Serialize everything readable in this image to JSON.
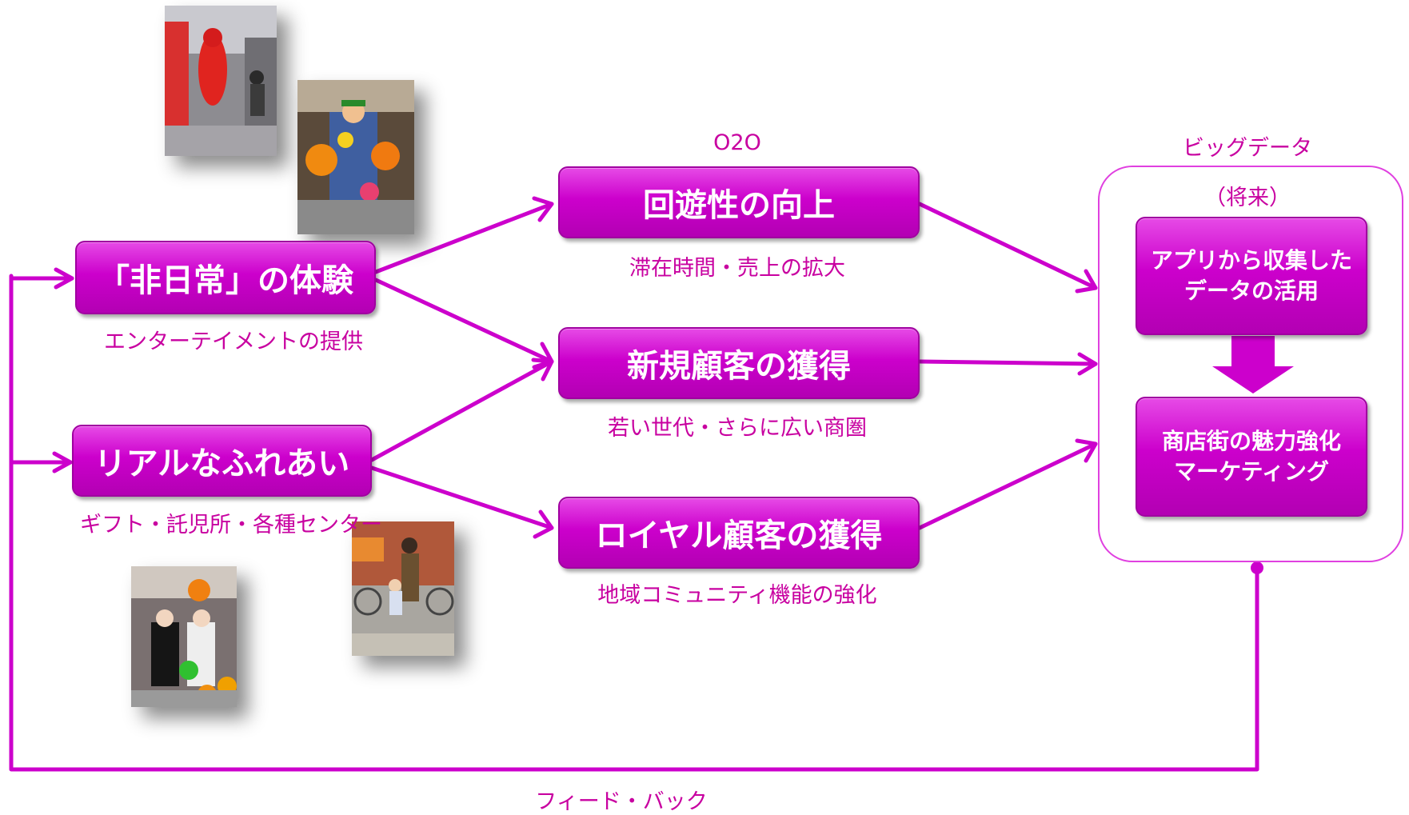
{
  "left": {
    "experience": {
      "title": "「非日常」の体験",
      "caption": "エンターテイメントの提供"
    },
    "contact": {
      "title": "リアルなふれあい",
      "caption": "ギフト・託児所・各種センター"
    }
  },
  "center": {
    "heading": "O2O",
    "items": [
      {
        "title": "回遊性の向上",
        "caption": "滞在時間・売上の拡大"
      },
      {
        "title": "新規顧客の獲得",
        "caption": "若い世代・さらに広い商圏"
      },
      {
        "title": "ロイヤル顧客の獲得",
        "caption": "地域コミュニティ機能の強化"
      }
    ]
  },
  "right": {
    "heading": "ビッグデータ",
    "subheading": "（将来）",
    "box1": {
      "line1": "アプリから収集した",
      "line2": "データの活用"
    },
    "box2": {
      "line1": "商店街の魅力強化",
      "line2": "マーケティング"
    }
  },
  "feedback_label": "フィード・バック",
  "colors": {
    "accent": "#cc00cc",
    "text": "#c800a0",
    "line": "#cc00cc"
  }
}
